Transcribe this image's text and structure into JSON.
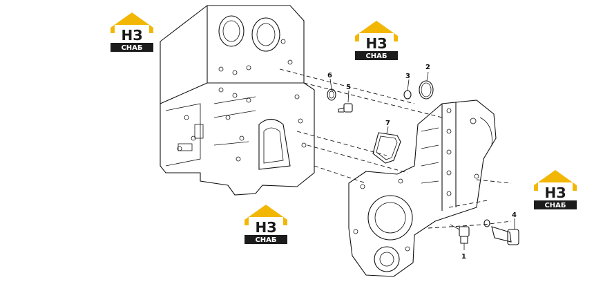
{
  "logos": [
    {
      "id": "logo-top-left",
      "top": "НЗ",
      "bottom": "СНАБ"
    },
    {
      "id": "logo-top-center",
      "top": "НЗ",
      "bottom": "СНАБ"
    },
    {
      "id": "logo-right",
      "top": "НЗ",
      "bottom": "СНАБ"
    },
    {
      "id": "logo-bottom-center",
      "top": "НЗ",
      "bottom": "СНАБ"
    }
  ],
  "callouts": [
    "1",
    "2",
    "3",
    "4",
    "5",
    "6",
    "7"
  ],
  "colors": {
    "logo_yellow": "#f2b705",
    "logo_dark": "#1c1c1c",
    "line": "#111111"
  }
}
